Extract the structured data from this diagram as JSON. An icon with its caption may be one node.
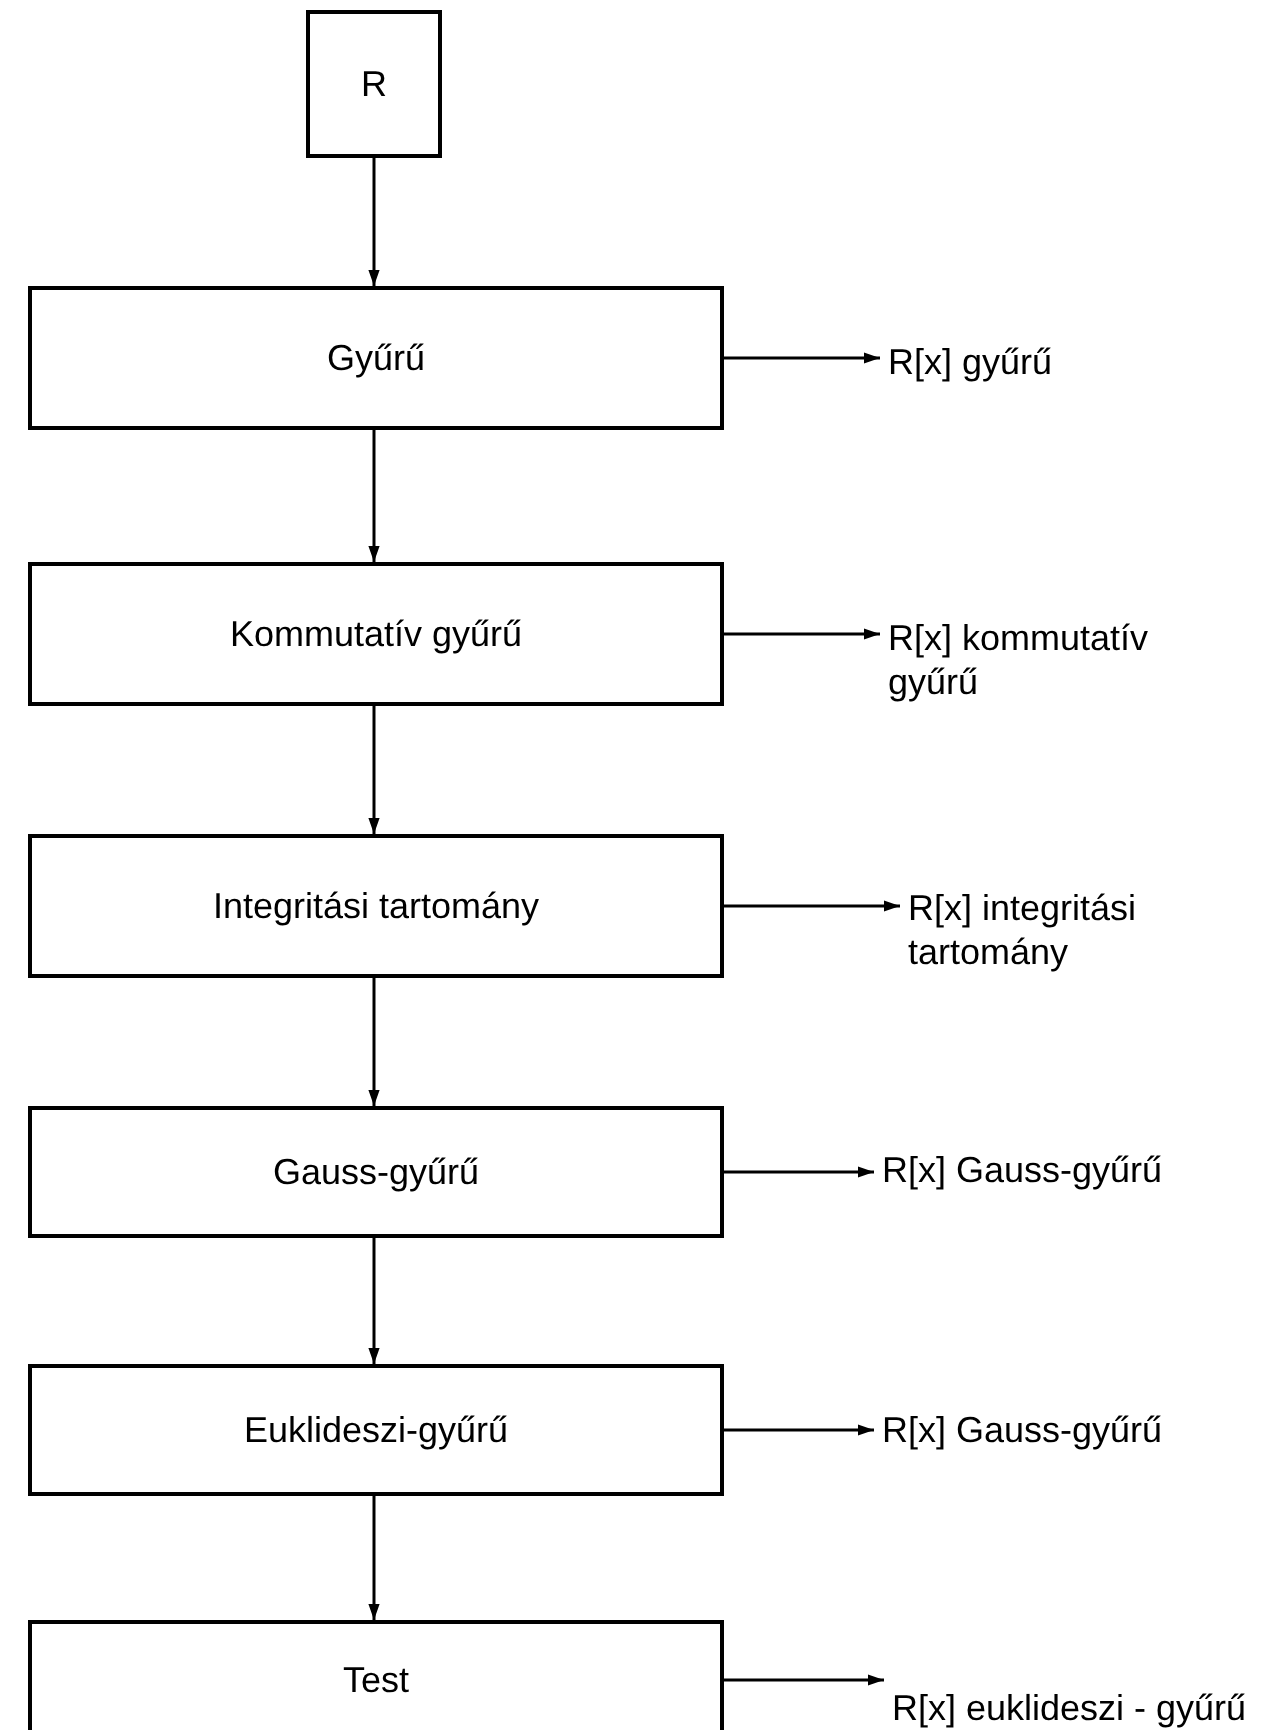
{
  "diagram": {
    "nodes": [
      {
        "text": [
          "R"
        ]
      },
      {
        "text": [
          "Gyűrű"
        ]
      },
      {
        "text": [
          "Kommutatív gyűrű"
        ]
      },
      {
        "text": [
          "Integritási tartomány"
        ]
      },
      {
        "text": [
          "Gauss-gyűrű"
        ]
      },
      {
        "text": [
          "Euklideszi-gyűrű"
        ]
      },
      {
        "text": [
          "Test"
        ]
      },
      {
        "text": [
          "R[x] gyűrű"
        ]
      },
      {
        "text": [
          "R[x] kommutatív gyűrű"
        ]
      },
      {
        "text": [
          "R[x] integritási tartomány"
        ]
      },
      {
        "text": [
          "R[x] Gauss-gyűrű"
        ]
      },
      {
        "text": [
          "R[x] Gauss-gyűrű"
        ]
      },
      {
        "text": [
          "R[x] euklideszi - gyűrű"
        ]
      }
    ],
    "edges": [
      {
        "from": 0,
        "to": 1,
        "arrow": "to"
      },
      {
        "from": 1,
        "to": 2,
        "arrow": "to"
      },
      {
        "from": 2,
        "to": 3,
        "arrow": "to"
      },
      {
        "from": 3,
        "to": 4,
        "arrow": "to"
      },
      {
        "from": 4,
        "to": 5,
        "arrow": "to"
      },
      {
        "from": 5,
        "to": 6,
        "arrow": "to"
      },
      {
        "from": 1,
        "to": 7,
        "arrow": "to"
      },
      {
        "from": 2,
        "to": 8,
        "arrow": "to"
      },
      {
        "from": 3,
        "to": 9,
        "arrow": "to"
      },
      {
        "from": 4,
        "to": 10,
        "arrow": "to"
      },
      {
        "from": 5,
        "to": 11,
        "arrow": "to"
      },
      {
        "from": 6,
        "to": 12,
        "arrow": "to"
      }
    ]
  }
}
